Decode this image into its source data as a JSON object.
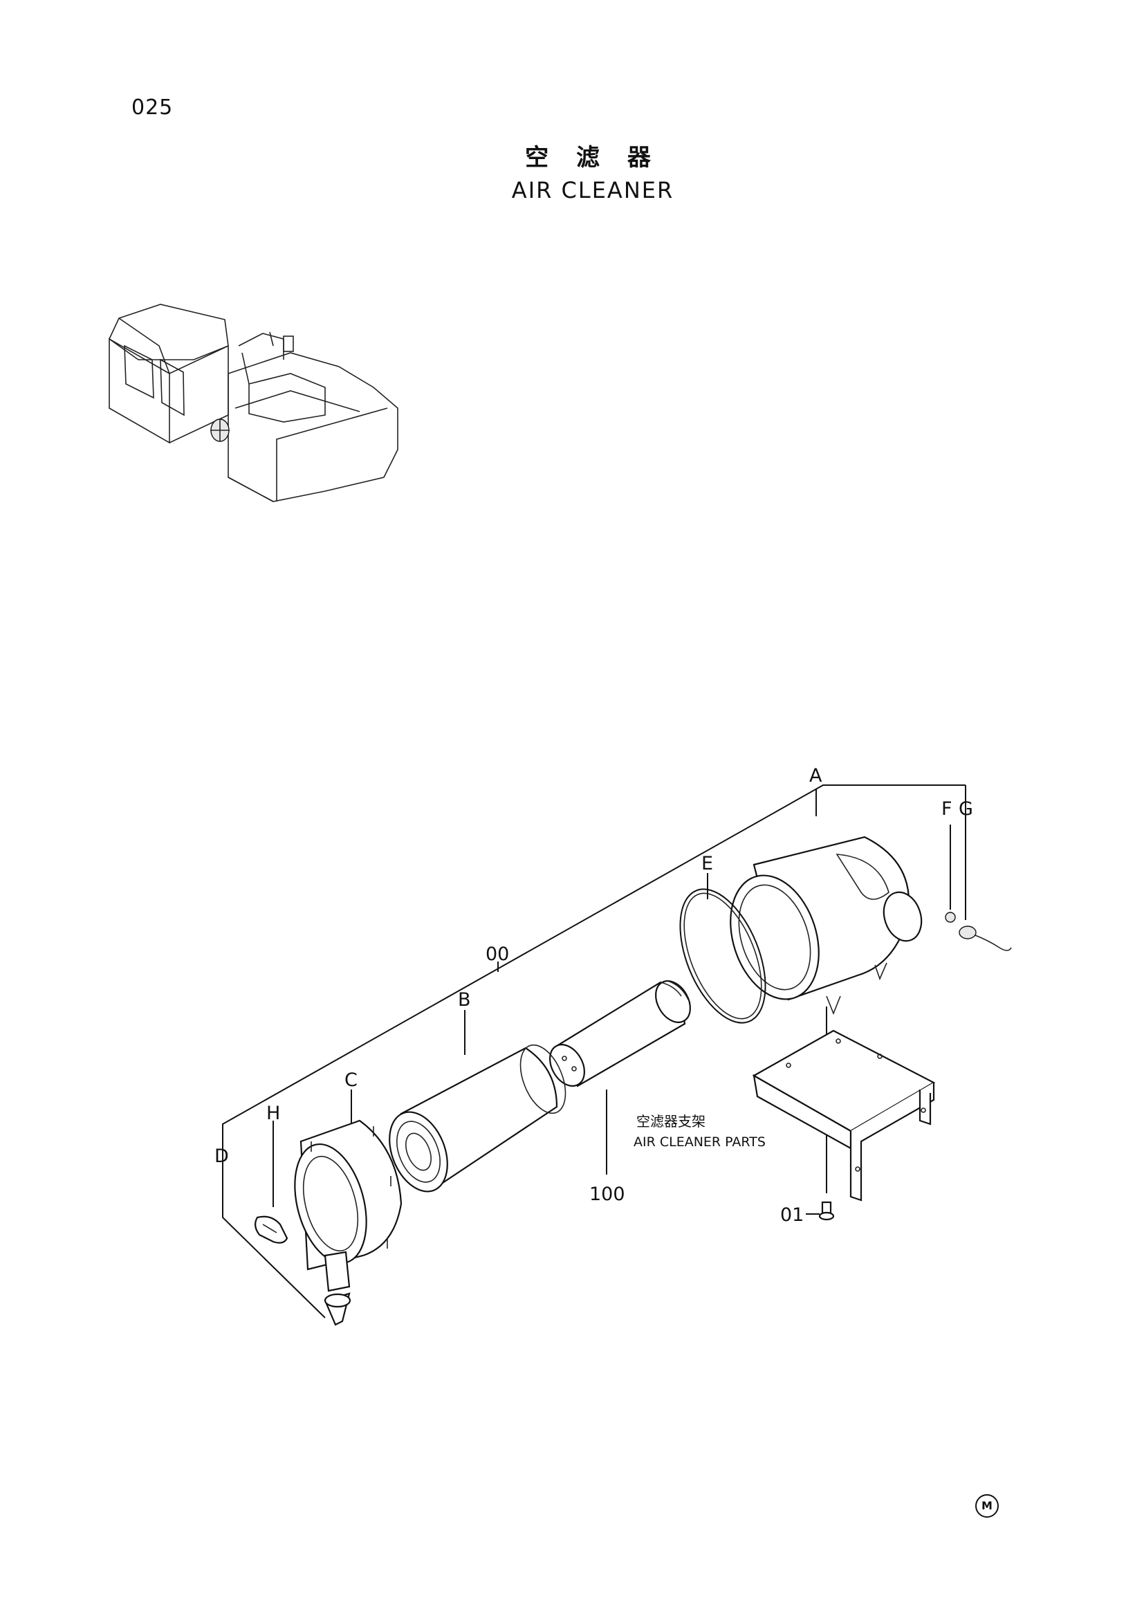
{
  "page": {
    "number": "025"
  },
  "title": {
    "chinese": "空 滤 器",
    "english": "AIR CLEANER"
  },
  "callouts": {
    "A": "A",
    "B": "B",
    "C": "C",
    "D": "D",
    "E": "E",
    "F": "F",
    "G": "G",
    "H": "H",
    "group_00": "00",
    "part_100": "100",
    "part_01": "01"
  },
  "subassembly": {
    "chinese": "空滤器支架",
    "english": "AIR CLEANER PARTS"
  },
  "footer_mark": "M"
}
